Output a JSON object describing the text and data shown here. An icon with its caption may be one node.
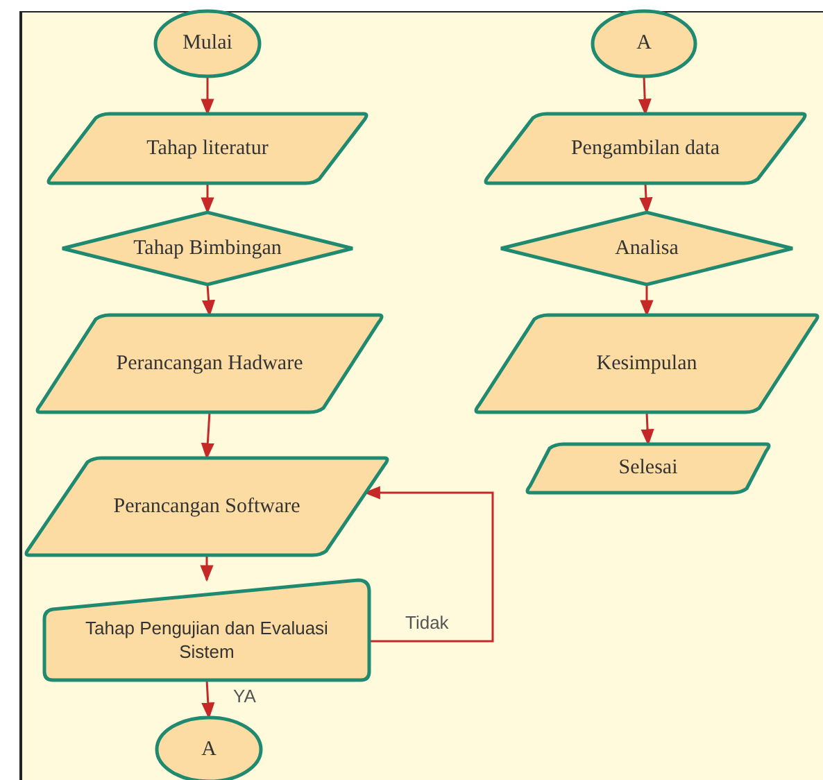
{
  "diagram": {
    "nodes": [
      {
        "text": [
          "Mulai"
        ]
      },
      {
        "text": [
          "Tahap literatur"
        ]
      },
      {
        "text": [
          "Tahap Bimbingan"
        ]
      },
      {
        "text": [
          "Perancangan Hadware"
        ]
      },
      {
        "text": [
          "Perancangan Software"
        ]
      },
      {
        "text": [
          "Tahap Pengujian dan Evaluasi Sistem"
        ]
      },
      {
        "text": [
          "A"
        ]
      },
      {
        "text": [
          "A"
        ]
      },
      {
        "text": [
          "Pengambilan data"
        ]
      },
      {
        "text": [
          "Analisa"
        ]
      },
      {
        "text": [
          "Kesimpulan"
        ]
      },
      {
        "text": [
          "Selesai"
        ]
      }
    ],
    "edges": [
      {
        "from": 0,
        "to": 1,
        "arrow": "to"
      },
      {
        "from": 1,
        "to": 2,
        "arrow": "to"
      },
      {
        "from": 2,
        "to": 3,
        "arrow": "to"
      },
      {
        "from": 3,
        "to": 4,
        "arrow": "to"
      },
      {
        "from": 4,
        "to": 5,
        "arrow": "to"
      },
      {
        "from": 5,
        "to": 6,
        "label": "YA",
        "arrow": "to"
      },
      {
        "from": 5,
        "to": 4,
        "label": "Tidak",
        "arrow": "to"
      },
      {
        "from": 7,
        "to": 8,
        "arrow": "to"
      },
      {
        "from": 8,
        "to": 9,
        "arrow": "to"
      },
      {
        "from": 9,
        "to": 10,
        "arrow": "to"
      },
      {
        "from": 10,
        "to": 11,
        "arrow": "to"
      }
    ]
  }
}
